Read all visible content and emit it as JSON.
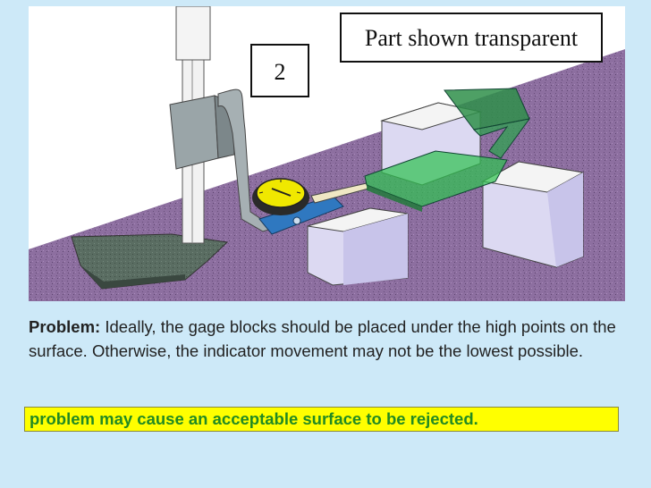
{
  "figure": {
    "step_number": "2",
    "callout": "Part shown transparent"
  },
  "caption": {
    "lead": "Problem:",
    "body": " Ideally, the gage blocks should be placed under the high points on the surface. Otherwise, the indicator movement may not be the lowest possible."
  },
  "consequence": "problem may cause an acceptable surface to be rejected.",
  "colors": {
    "slide_background": "#cde9f8",
    "surface_plate": "#8a6a9c",
    "highlight": "#ffff00",
    "highlight_text": "#228a22",
    "part_transparent": "#2db84a"
  }
}
